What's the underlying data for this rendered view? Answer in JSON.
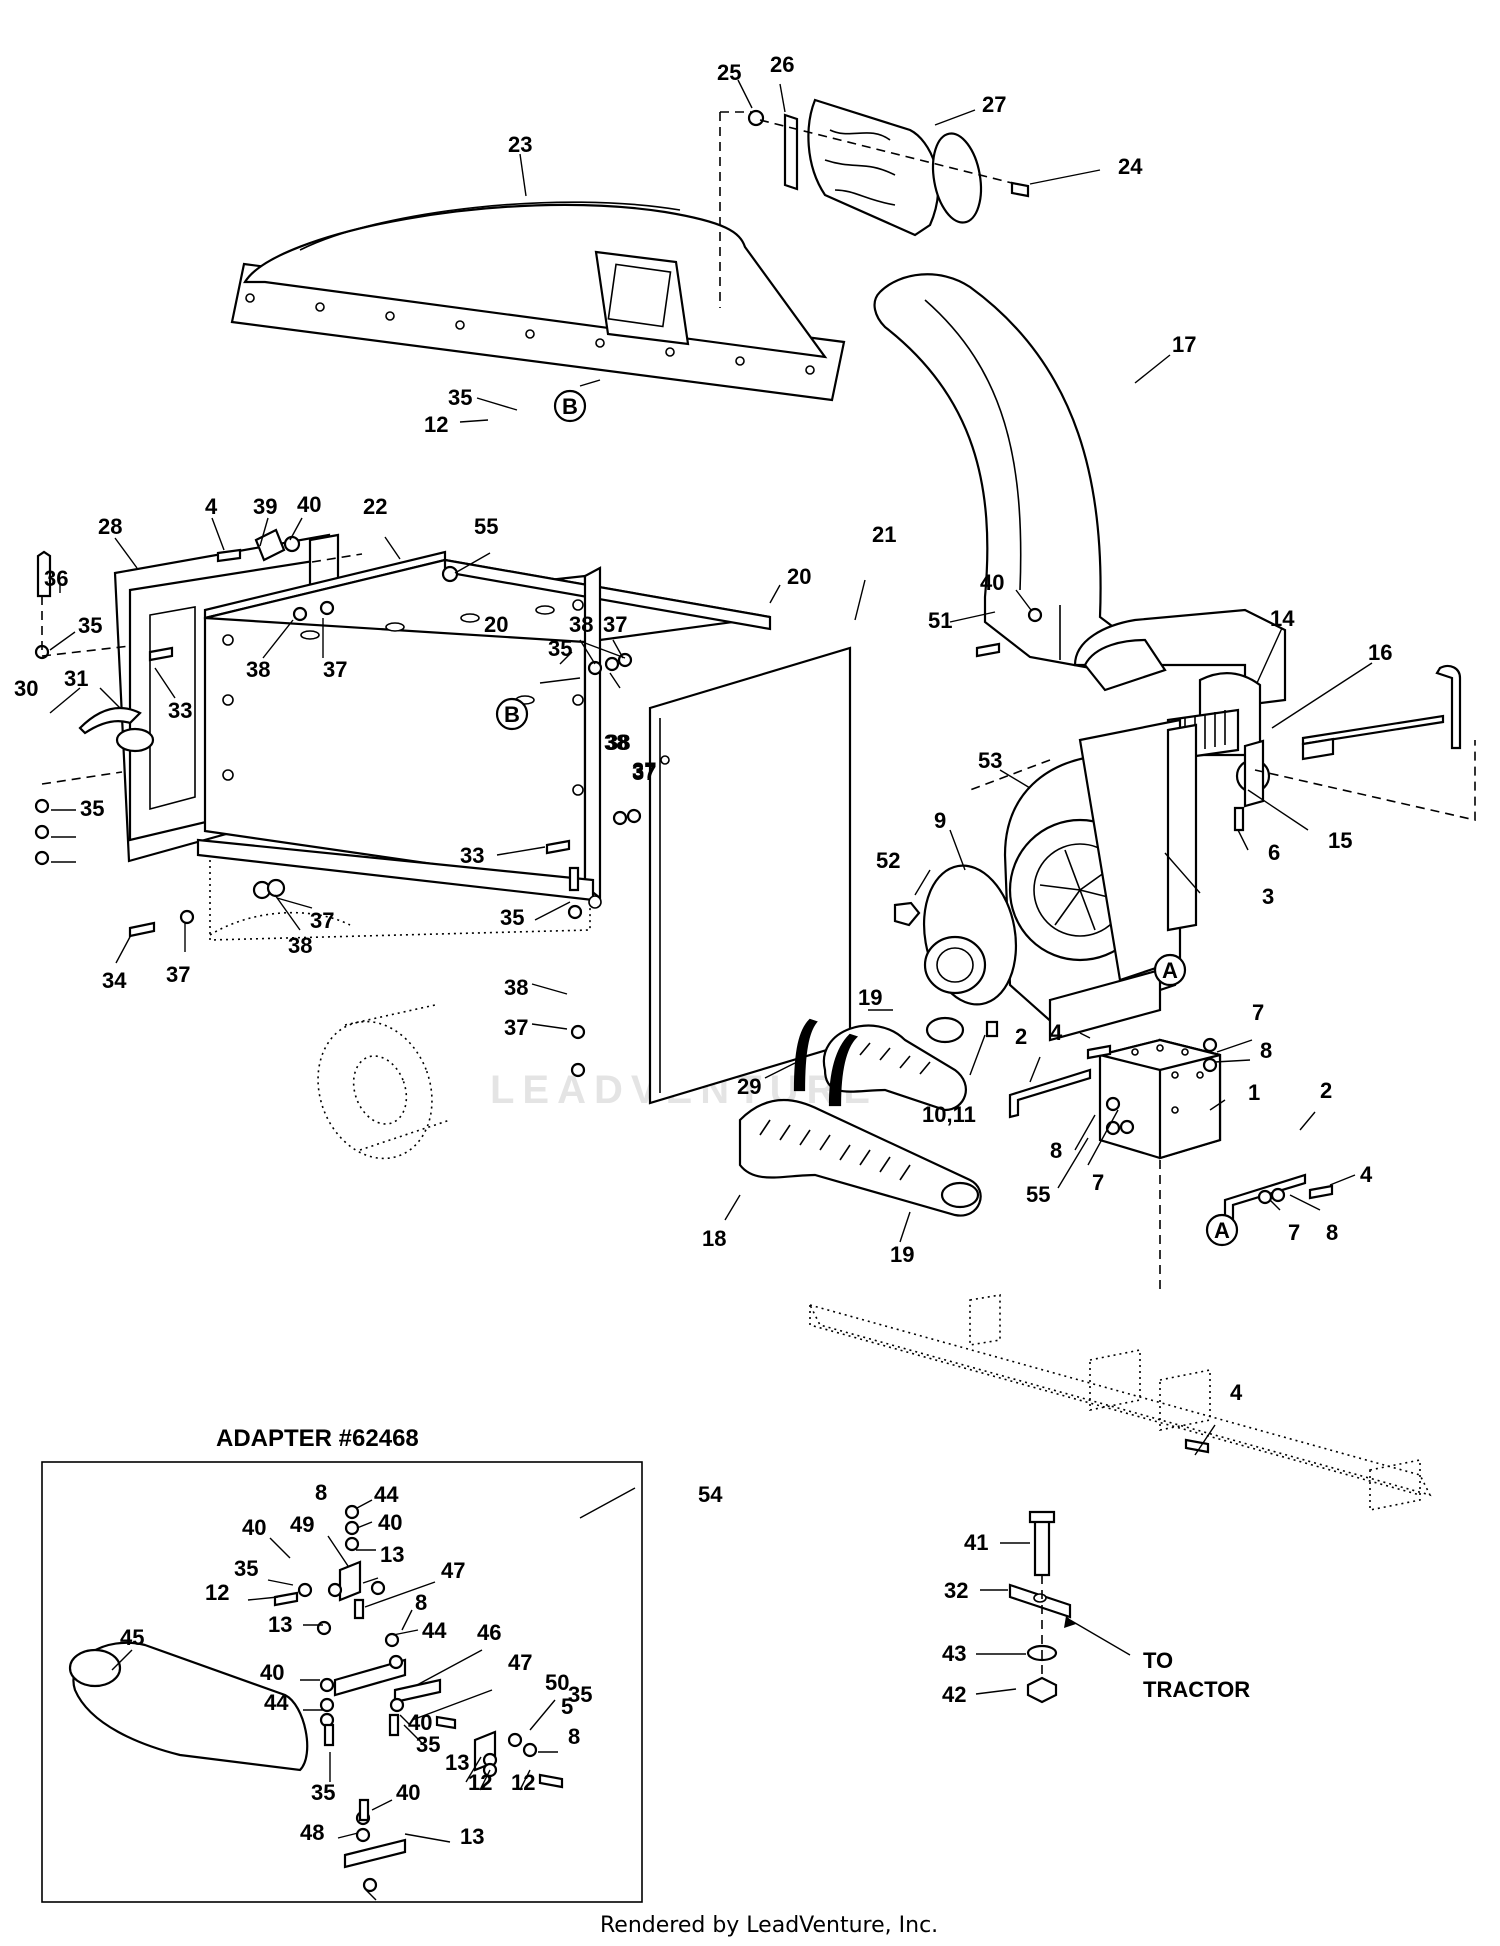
{
  "adapter_title": "ADAPTER #62468",
  "to_tractor": [
    "TO",
    "TRACTOR"
  ],
  "footer": "Rendered by LeadVenture, Inc.",
  "watermark": "LEADVENTURE",
  "callout_A": "A",
  "callout_B": "B",
  "callouts": [
    {
      "id": "c25",
      "text": "25"
    },
    {
      "id": "c26",
      "text": "26"
    },
    {
      "id": "c27",
      "text": "27"
    },
    {
      "id": "c24",
      "text": "24"
    },
    {
      "id": "c23",
      "text": "23"
    },
    {
      "id": "c17",
      "text": "17"
    },
    {
      "id": "c35a",
      "text": "35"
    },
    {
      "id": "c12a",
      "text": "12"
    },
    {
      "id": "c28",
      "text": "28"
    },
    {
      "id": "c4a",
      "text": "4"
    },
    {
      "id": "c39",
      "text": "39"
    },
    {
      "id": "c40a",
      "text": "40"
    },
    {
      "id": "c22",
      "text": "22"
    },
    {
      "id": "c55a",
      "text": "55"
    },
    {
      "id": "c20a",
      "text": "20"
    },
    {
      "id": "c21",
      "text": "21"
    },
    {
      "id": "c20b",
      "text": "20"
    },
    {
      "id": "c36",
      "text": "36"
    },
    {
      "id": "c35b",
      "text": "35"
    },
    {
      "id": "c38a",
      "text": "38"
    },
    {
      "id": "c37a",
      "text": "37"
    },
    {
      "id": "c38b",
      "text": "38"
    },
    {
      "id": "c37b",
      "text": "37"
    },
    {
      "id": "c35c",
      "text": "35"
    },
    {
      "id": "c30",
      "text": "30"
    },
    {
      "id": "c31",
      "text": "31"
    },
    {
      "id": "c33a",
      "text": "33"
    },
    {
      "id": "c38c",
      "text": "38"
    },
    {
      "id": "c37c",
      "text": "37"
    },
    {
      "id": "c35d",
      "text": "35"
    },
    {
      "id": "c38d",
      "text": "38"
    },
    {
      "id": "c37d",
      "text": "37"
    },
    {
      "id": "c33b",
      "text": "33"
    },
    {
      "id": "c37e",
      "text": "37"
    },
    {
      "id": "c38e",
      "text": "38"
    },
    {
      "id": "c35e",
      "text": "35"
    },
    {
      "id": "c34",
      "text": "34"
    },
    {
      "id": "c37f",
      "text": "37"
    },
    {
      "id": "c38f",
      "text": "38"
    },
    {
      "id": "c37g",
      "text": "37"
    },
    {
      "id": "c51",
      "text": "51"
    },
    {
      "id": "c40b",
      "text": "40"
    },
    {
      "id": "c14",
      "text": "14"
    },
    {
      "id": "c16",
      "text": "16"
    },
    {
      "id": "c53",
      "text": "53"
    },
    {
      "id": "c9",
      "text": "9"
    },
    {
      "id": "c6",
      "text": "6"
    },
    {
      "id": "c15",
      "text": "15"
    },
    {
      "id": "c52",
      "text": "52"
    },
    {
      "id": "c3",
      "text": "3"
    },
    {
      "id": "c19a",
      "text": "19"
    },
    {
      "id": "c4b",
      "text": "4"
    },
    {
      "id": "c7a",
      "text": "7"
    },
    {
      "id": "c8a",
      "text": "8"
    },
    {
      "id": "c2a",
      "text": "2"
    },
    {
      "id": "c1",
      "text": "1"
    },
    {
      "id": "c2b",
      "text": "2"
    },
    {
      "id": "c29",
      "text": "29"
    },
    {
      "id": "c10",
      "text": "10,11"
    },
    {
      "id": "c8b",
      "text": "8"
    },
    {
      "id": "c55b",
      "text": "55"
    },
    {
      "id": "c7b",
      "text": "7"
    },
    {
      "id": "c4c",
      "text": "4"
    },
    {
      "id": "c7c",
      "text": "7"
    },
    {
      "id": "c8c",
      "text": "8"
    },
    {
      "id": "c18",
      "text": "18"
    },
    {
      "id": "c19b",
      "text": "19"
    },
    {
      "id": "c4d",
      "text": "4"
    },
    {
      "id": "c54",
      "text": "54"
    },
    {
      "id": "c41",
      "text": "41"
    },
    {
      "id": "c32",
      "text": "32"
    },
    {
      "id": "c43",
      "text": "43"
    },
    {
      "id": "c42",
      "text": "42"
    },
    {
      "id": "a8a",
      "text": "8"
    },
    {
      "id": "a44a",
      "text": "44"
    },
    {
      "id": "a40a",
      "text": "40"
    },
    {
      "id": "a40b",
      "text": "40"
    },
    {
      "id": "a49",
      "text": "49"
    },
    {
      "id": "a13a",
      "text": "13"
    },
    {
      "id": "a35a",
      "text": "35"
    },
    {
      "id": "a47a",
      "text": "47"
    },
    {
      "id": "a12a",
      "text": "12"
    },
    {
      "id": "a8b",
      "text": "8"
    },
    {
      "id": "a45",
      "text": "45"
    },
    {
      "id": "a13b",
      "text": "13"
    },
    {
      "id": "a44b",
      "text": "44"
    },
    {
      "id": "a46",
      "text": "46"
    },
    {
      "id": "a47b",
      "text": "47"
    },
    {
      "id": "a40c",
      "text": "40"
    },
    {
      "id": "a50",
      "text": "50"
    },
    {
      "id": "a35b",
      "text": "35"
    },
    {
      "id": "a44c",
      "text": "44"
    },
    {
      "id": "a40d",
      "text": "40"
    },
    {
      "id": "a5",
      "text": "5"
    },
    {
      "id": "a35c",
      "text": "35"
    },
    {
      "id": "a8c",
      "text": "8"
    },
    {
      "id": "a13c",
      "text": "13"
    },
    {
      "id": "a12b",
      "text": "12"
    },
    {
      "id": "a12c",
      "text": "12"
    },
    {
      "id": "a35d",
      "text": "35"
    },
    {
      "id": "a40e",
      "text": "40"
    },
    {
      "id": "a48",
      "text": "48"
    },
    {
      "id": "a13d",
      "text": "13"
    }
  ]
}
